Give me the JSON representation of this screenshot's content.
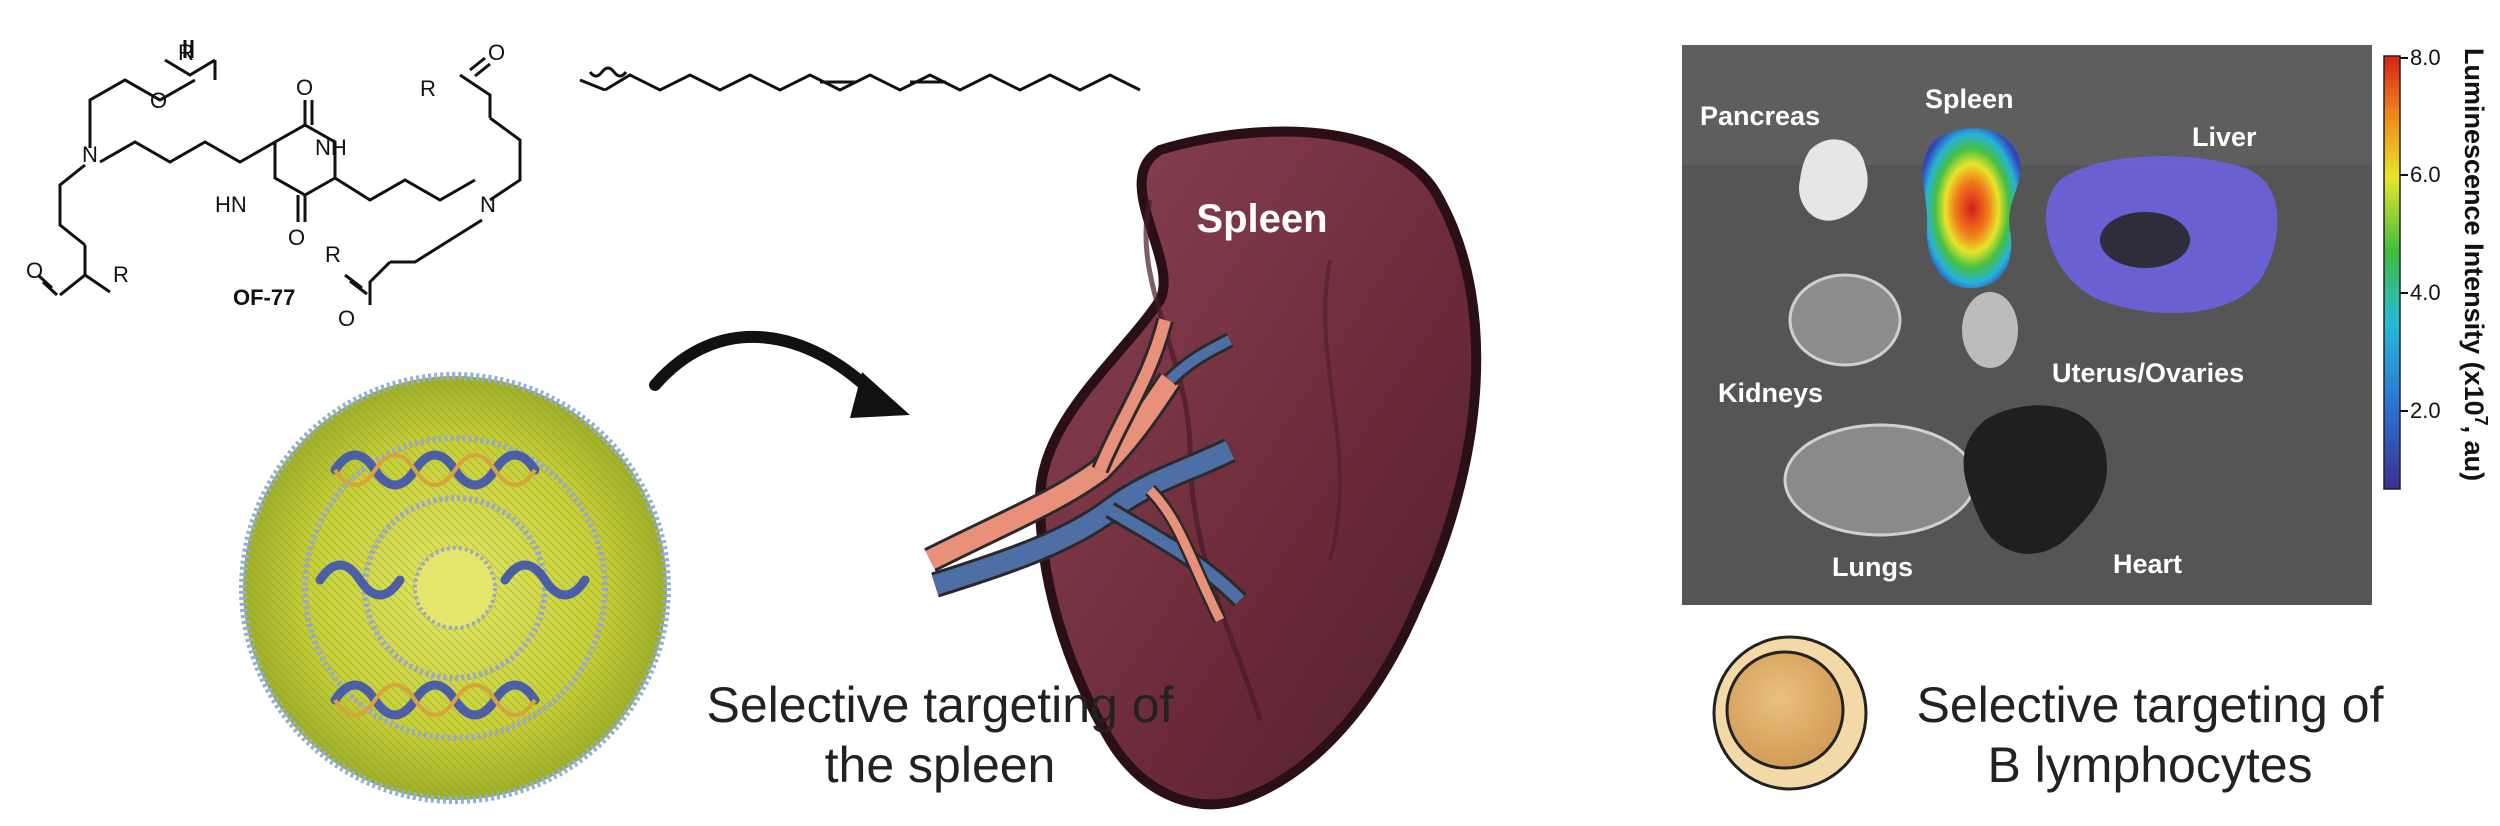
{
  "molecule": {
    "name": "OF-77",
    "r_labels": [
      "R",
      "R",
      "R",
      "R"
    ],
    "o_label": "O",
    "n_label": "N",
    "nh_label": "NH",
    "hn_label": "HN"
  },
  "spleen_figure": {
    "organ_label": "Spleen",
    "caption_line1": "Selective targeting of",
    "caption_line2": "the spleen"
  },
  "imaging": {
    "organ_labels": {
      "pancreas": "Pancreas",
      "spleen": "Spleen",
      "liver": "Liver",
      "kidneys": "Kidneys",
      "uterus": "Uterus/Ovaries",
      "lungs": "Lungs",
      "heart": "Heart"
    },
    "colorbar": {
      "ticks": [
        "8.0",
        "6.0",
        "4.0",
        "2.0"
      ],
      "label": "Luminescence Intensity (x10",
      "label_sup": "7",
      "label_end": ", au)"
    }
  },
  "cell": {
    "caption_line1": "Selective targeting of",
    "caption_line2": "B lymphocytes"
  },
  "colors": {
    "spleen_body": "#6e2c3a",
    "artery": "#e8907a",
    "vein": "#4e6fa6",
    "nanoparticle": "#c8d23a",
    "cell_outer": "#f3d9a6",
    "cell_inner": "#dba868",
    "imaging_bg": "#545454"
  }
}
